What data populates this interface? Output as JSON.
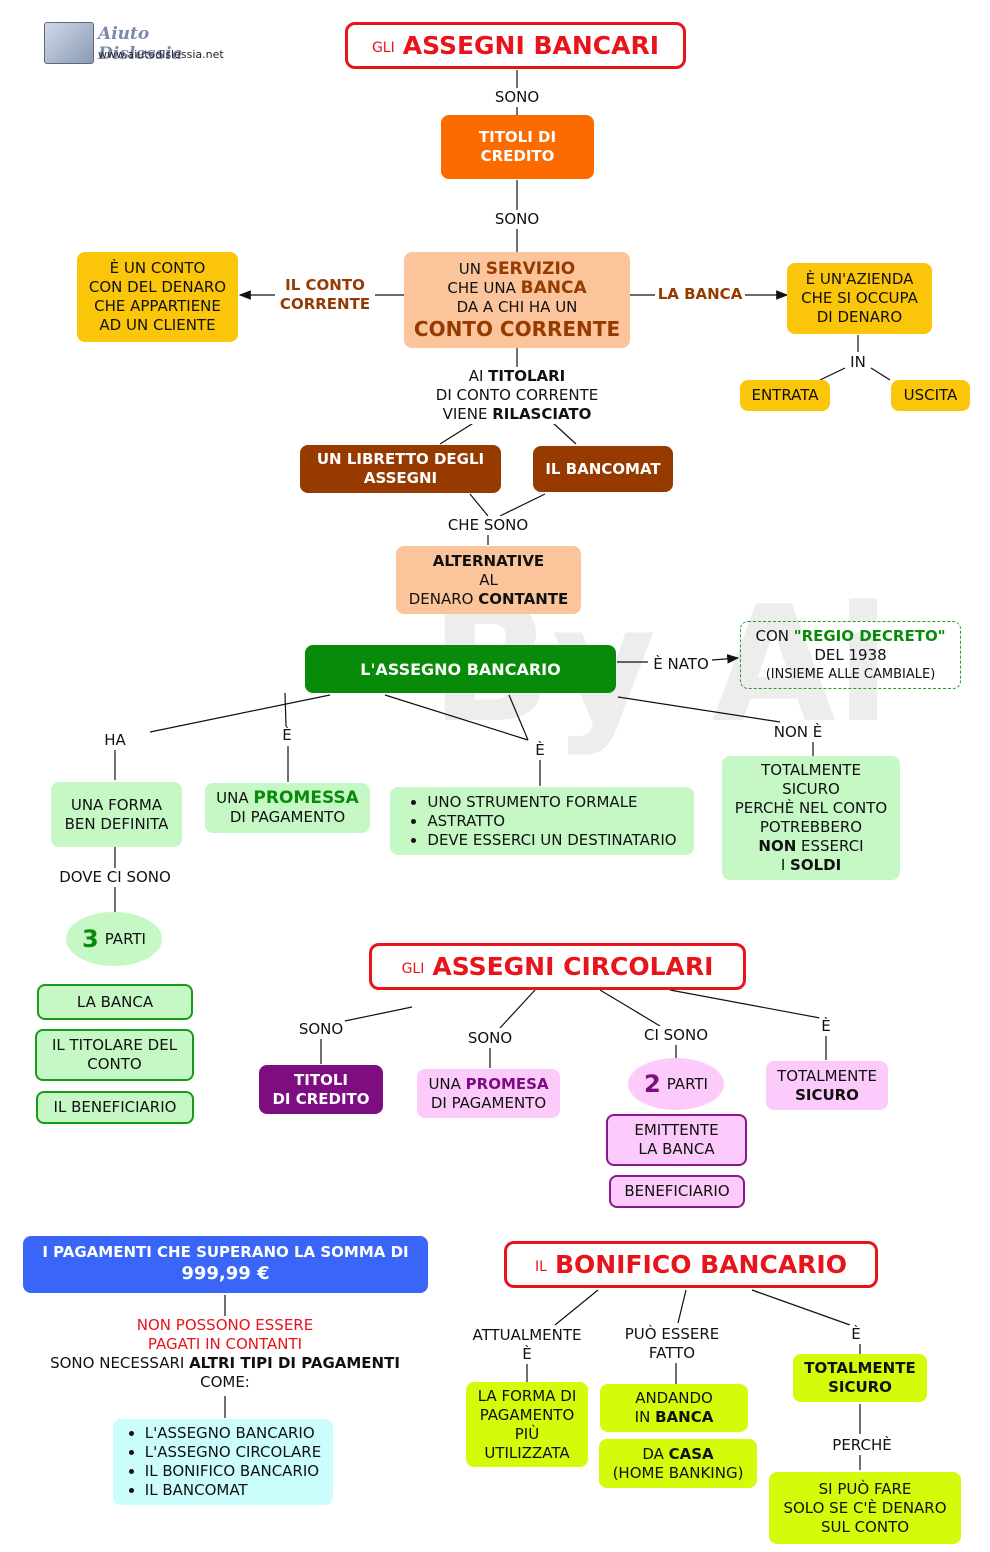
{
  "header": {
    "logo_name": "Aiuto Dislessia",
    "logo_url": "www.aiutodislessia.net"
  },
  "watermark": "By Ai",
  "bancari": {
    "title_small": "GLI",
    "title_big": "ASSEGNI BANCARI",
    "sono1": "SONO",
    "titoli": [
      "TITOLI DI",
      "CREDITO"
    ],
    "sono2": "SONO",
    "servizio": {
      "l1a": "UN ",
      "l1b": "SERVIZIO",
      "l2a": "CHE UNA ",
      "l2b": "BANCA",
      "l3": "DA A CHI HA UN",
      "l4": "CONTO CORRENTE"
    },
    "conto_link": [
      "IL CONTO",
      "CORRENTE"
    ],
    "conto_def": [
      "È UN CONTO",
      "CON DEL DENARO",
      "CHE APPARTIENE",
      "AD UN CLIENTE"
    ],
    "banca_link": "LA BANCA",
    "banca_def": [
      "È UN'AZIENDA",
      "CHE SI OCCUPA",
      "DI DENARO"
    ],
    "in": "IN",
    "entrata": "ENTRATA",
    "uscita": "USCITA",
    "titolari": {
      "l1a": "AI ",
      "l1b": "TITOLARI",
      "l2": "DI CONTO CORRENTE",
      "l3a": "VIENE ",
      "l3b": "RILASCIATO"
    },
    "libretto": [
      "UN LIBRETTO DEGLI",
      "ASSEGNI"
    ],
    "bancomat": "IL BANCOMAT",
    "che_sono": "CHE SONO",
    "alternative": {
      "l1": "ALTERNATIVE",
      "l2": "AL",
      "l3a": "DENARO ",
      "l3b": "CONTANTE"
    }
  },
  "assegno": {
    "title": "L'ASSEGNO BANCARIO",
    "e_nato": "È NATO",
    "decreto": {
      "l1a": "CON ",
      "l1b": "\"REGIO DECRETO\"",
      "l2": "DEL 1938",
      "l3": "(INSIEME ALLE CAMBIALE)"
    },
    "ha": "HA",
    "e1": "È",
    "e2": "È",
    "non_e": "NON È",
    "forma": [
      "UNA FORMA",
      "BEN DEFINITA"
    ],
    "promessa": {
      "l1a": "UNA ",
      "l1b": "PROMESSA",
      "l2": "DI PAGAMENTO"
    },
    "strumento": [
      "UNO STRUMENTO FORMALE",
      "ASTRATTO",
      "DEVE ESSERCI UN DESTINATARIO"
    ],
    "sicuro": {
      "l1": "TOTALMENTE",
      "l2": "SICURO",
      "l3": "PERCHÈ NEL CONTO",
      "l4": "POTREBBERO",
      "l5a": "NON",
      "l5b": " ESSERCI",
      "l6a": "I ",
      "l6b": "SOLDI"
    },
    "dove": "DOVE CI SONO",
    "parti": {
      "num": "3",
      "label": "PARTI"
    },
    "parti_list": [
      "LA BANCA",
      "IL TITOLARE DEL CONTO",
      "IL BENEFICIARIO"
    ]
  },
  "circolari": {
    "title_small": "GLI",
    "title_big": "ASSEGNI CIRCOLARI",
    "sono1": "SONO",
    "sono2": "SONO",
    "ci_sono": "CI SONO",
    "e": "È",
    "titoli": [
      "TITOLI",
      "DI CREDITO"
    ],
    "promesa": {
      "l1a": "UNA ",
      "l1b": "PROMESA",
      "l2": "DI PAGAMENTO"
    },
    "parti": {
      "num": "2",
      "label": "PARTI"
    },
    "emittente": [
      "EMITTENTE",
      "LA BANCA"
    ],
    "beneficiario": "BENEFICIARIO",
    "sicuro": {
      "l1": "TOTALMENTE",
      "l2": "SICURO"
    }
  },
  "pagamenti": {
    "title": [
      "I PAGAMENTI CHE SUPERANO LA SOMMA DI",
      "999,99 €"
    ],
    "non_possono": [
      "NON POSSONO ESSERE",
      "PAGATI IN CONTANTI"
    ],
    "necessari_a": "SONO NECESSARI ",
    "necessari_b": "ALTRI TIPI DI PAGAMENTI",
    "come": "COME:",
    "list": [
      "L'ASSEGNO BANCARIO",
      "L'ASSEGNO CIRCOLARE",
      "IL BONIFICO BANCARIO",
      "IL BANCOMAT"
    ]
  },
  "bonifico": {
    "title_small": "IL",
    "title_big": "BONIFICO BANCARIO",
    "attualmente": [
      "ATTUALMENTE",
      "È"
    ],
    "puo": [
      "PUÒ ESSERE",
      "FATTO"
    ],
    "e": "È",
    "forma": [
      "LA FORMA DI",
      "PAGAMENTO",
      "PIÙ",
      "UTILIZZATA"
    ],
    "banca": {
      "l1": "ANDANDO",
      "l2a": "IN ",
      "l2b": "BANCA"
    },
    "casa": {
      "l1a": "DA ",
      "l1b": "CASA",
      "l2": "(HOME BANKING)"
    },
    "sicuro": [
      "TOTALMENTE",
      "SICURO"
    ],
    "perche": "PERCHÈ",
    "fare": [
      "SI PUÒ FARE",
      "SOLO SE C'È DENARO",
      "SUL CONTO"
    ]
  }
}
